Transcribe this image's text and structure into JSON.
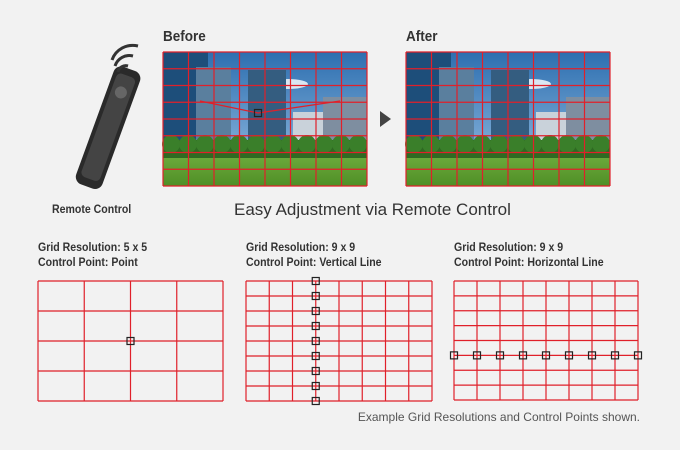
{
  "before_label": "Before",
  "after_label": "After",
  "remote_label": "Remote Control",
  "headline": "Easy Adjustment via Remote Control",
  "examples": [
    {
      "resolution": "Grid Resolution: 5 x 5",
      "control": "Control Point: Point",
      "grid": 5,
      "mode": "point"
    },
    {
      "resolution": "Grid Resolution: 9 x 9",
      "control": "Control Point: Vertical Line",
      "grid": 9,
      "mode": "vertical"
    },
    {
      "resolution": "Grid Resolution: 9 x 9",
      "control": "Control Point: Horizontal Line",
      "grid": 9,
      "mode": "horizontal"
    }
  ],
  "footnote": "Example Grid Resolutions and Control Points shown.",
  "colors": {
    "grid": "#e0202a",
    "text": "#333333"
  }
}
